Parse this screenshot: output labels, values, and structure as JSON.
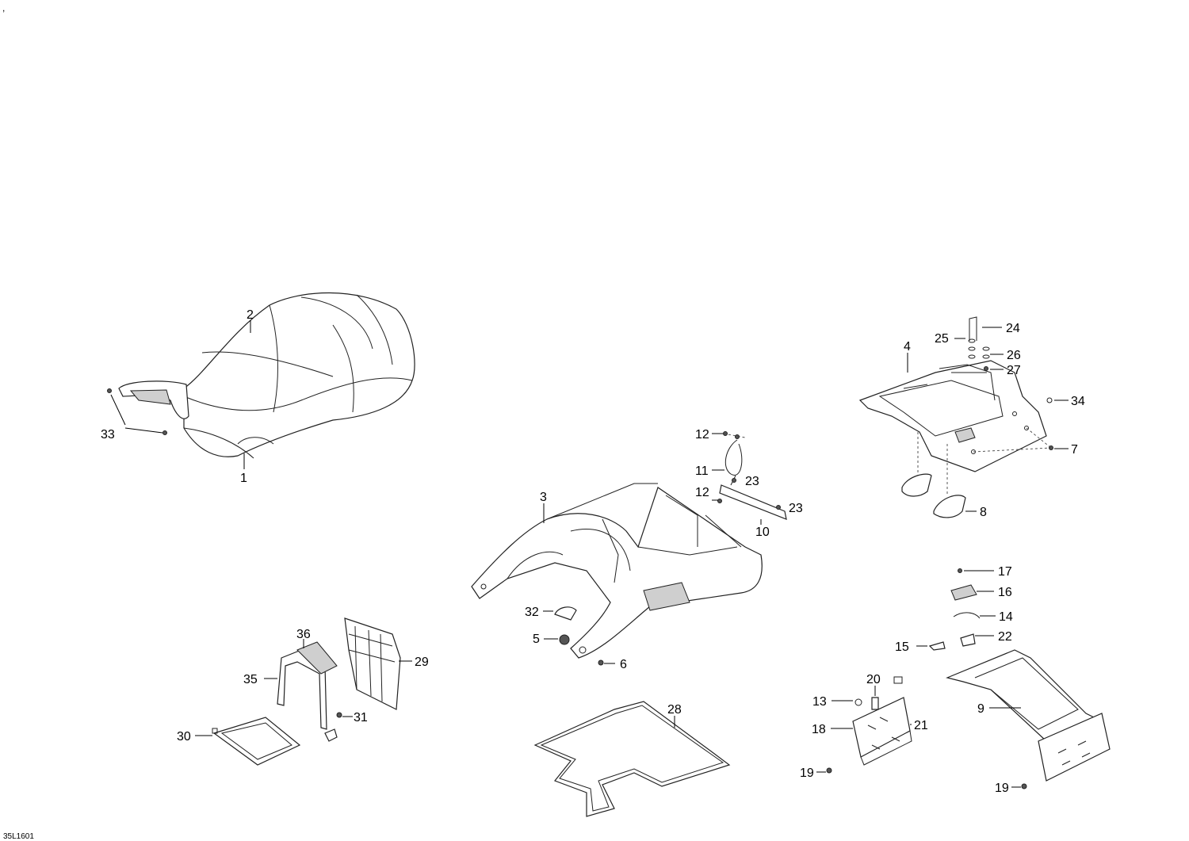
{
  "diagram": {
    "corner_mark": ",",
    "drawing_code": "35L1601",
    "callouts": [
      {
        "id": "c1",
        "text": "1"
      },
      {
        "id": "c2",
        "text": "2"
      },
      {
        "id": "c3",
        "text": "3"
      },
      {
        "id": "c4",
        "text": "4"
      },
      {
        "id": "c5",
        "text": "5"
      },
      {
        "id": "c6",
        "text": "6"
      },
      {
        "id": "c7",
        "text": "7"
      },
      {
        "id": "c8",
        "text": "8"
      },
      {
        "id": "c9",
        "text": "9"
      },
      {
        "id": "c10",
        "text": "10"
      },
      {
        "id": "c11",
        "text": "11"
      },
      {
        "id": "c12a",
        "text": "12"
      },
      {
        "id": "c12b",
        "text": "12"
      },
      {
        "id": "c13",
        "text": "13"
      },
      {
        "id": "c14",
        "text": "14"
      },
      {
        "id": "c15",
        "text": "15"
      },
      {
        "id": "c16",
        "text": "16"
      },
      {
        "id": "c17",
        "text": "17"
      },
      {
        "id": "c18",
        "text": "18"
      },
      {
        "id": "c19a",
        "text": "19"
      },
      {
        "id": "c19b",
        "text": "19"
      },
      {
        "id": "c20",
        "text": "20"
      },
      {
        "id": "c21",
        "text": "21"
      },
      {
        "id": "c22",
        "text": "22"
      },
      {
        "id": "c23a",
        "text": "23"
      },
      {
        "id": "c23b",
        "text": "23"
      },
      {
        "id": "c24",
        "text": "24"
      },
      {
        "id": "c25",
        "text": "25"
      },
      {
        "id": "c26",
        "text": "26"
      },
      {
        "id": "c27",
        "text": "27"
      },
      {
        "id": "c28",
        "text": "28"
      },
      {
        "id": "c29",
        "text": "29"
      },
      {
        "id": "c30",
        "text": "30"
      },
      {
        "id": "c31",
        "text": "31"
      },
      {
        "id": "c32",
        "text": "32"
      },
      {
        "id": "c33",
        "text": "33"
      },
      {
        "id": "c34",
        "text": "34"
      },
      {
        "id": "c35",
        "text": "35"
      },
      {
        "id": "c36",
        "text": "36"
      }
    ]
  }
}
